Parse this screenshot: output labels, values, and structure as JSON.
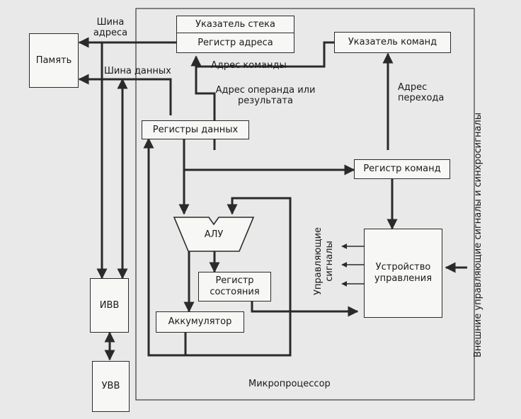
{
  "blocks": {
    "memory": "Память",
    "stack_pointer": "Указатель стека",
    "address_register": "Регистр адреса",
    "instruction_pointer": "Указатель команд",
    "data_registers": "Регистры данных",
    "instruction_register": "Регистр команд",
    "alu": "АЛУ",
    "status_register": "Регистр состояния",
    "accumulator": "Аккумулятор",
    "control_unit": "Устройство управления",
    "io_interface": "ИВВ",
    "io_device": "УВВ"
  },
  "labels": {
    "address_bus": "Шина адреса",
    "data_bus": "Шина данных",
    "instruction_address": "Адрес команды",
    "operand_address": "Адрес операнда или результата",
    "jump_address": "Адрес перехода",
    "control_signals": "Управляющие сигналы",
    "external_signals": "Внешние управляющие сигналы и синхросигналы",
    "microprocessor": "Микропроцессор"
  },
  "colors": {
    "ink": "#2a2a2a",
    "background": "#e9e9e9",
    "box_fill": "#f7f7f5"
  }
}
